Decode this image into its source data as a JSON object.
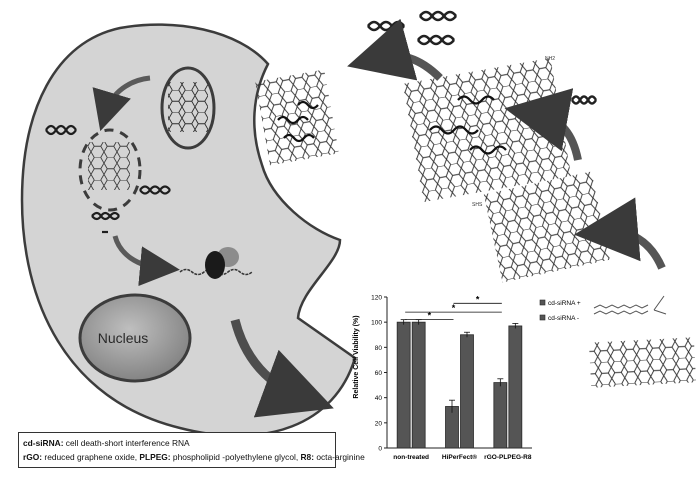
{
  "diagram": {
    "nucleus_label": "Nucleus",
    "legend": {
      "line1_term": "cd-siRNA:",
      "line1_desc": " cell death-short interference RNA",
      "line2_term1": "rGO:",
      "line2_desc1": " reduced graphene oxide, ",
      "line2_term2": "PLPEG:",
      "line2_desc2": " phospholipid -polyethylene glycol, ",
      "line2_term3": "R8:",
      "line2_desc3": " octa-arginine"
    },
    "labels": {
      "nh2": "NH2",
      "sh": "SHS"
    }
  },
  "chart_data": {
    "type": "bar",
    "ylabel": "Relative Cell Viability (%)",
    "ylim": [
      0,
      120
    ],
    "yticks": [
      0,
      20,
      40,
      60,
      80,
      100,
      120
    ],
    "categories": [
      "non-treated",
      "HiPerFect®",
      "rGO-PLPEG-R8"
    ],
    "series": [
      {
        "name": "cd-siRNA +",
        "values": [
          100,
          33,
          52
        ],
        "errors": [
          2,
          5,
          3
        ]
      },
      {
        "name": "cd-siRNA -",
        "values": [
          100,
          90,
          97
        ],
        "errors": [
          2,
          2,
          2
        ]
      }
    ],
    "significance_marks": [
      "*",
      "*",
      "*"
    ],
    "legend_position": "top-right",
    "colors": {
      "bar": "#555555",
      "bar_edge": "#2a2a2a"
    }
  }
}
